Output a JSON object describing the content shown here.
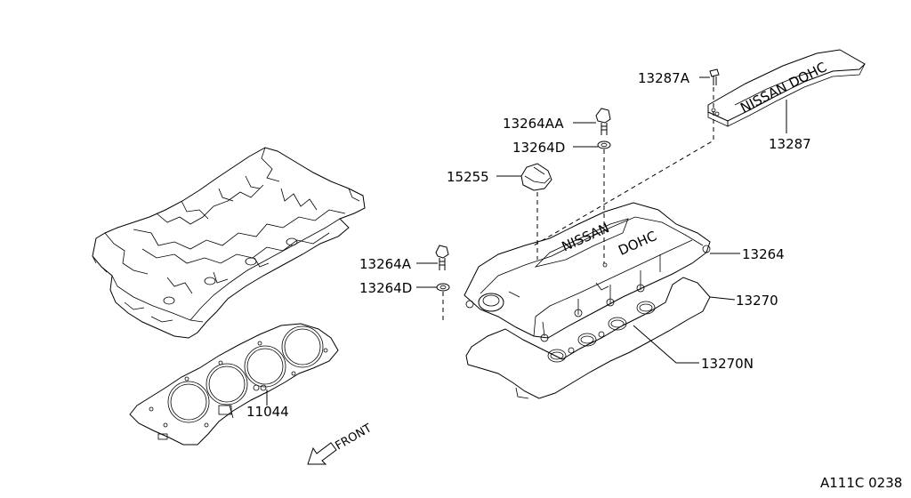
{
  "labels": {
    "p13287A": "13287A",
    "p13287": "13287",
    "p13264AA": "13264AA",
    "p13264D_top": "13264D",
    "p15255": "15255",
    "p13264A": "13264A",
    "p13264D_bottom": "13264D",
    "p13264": "13264",
    "p13270": "13270",
    "p13270N": "13270N",
    "p11044": "11044"
  },
  "cover_logo": "NISSAN",
  "cover_marking": "DOHC",
  "plate_marking": "NISSAN DOHC",
  "front_label": "FRONT",
  "diagram_code": "A111C 0238"
}
